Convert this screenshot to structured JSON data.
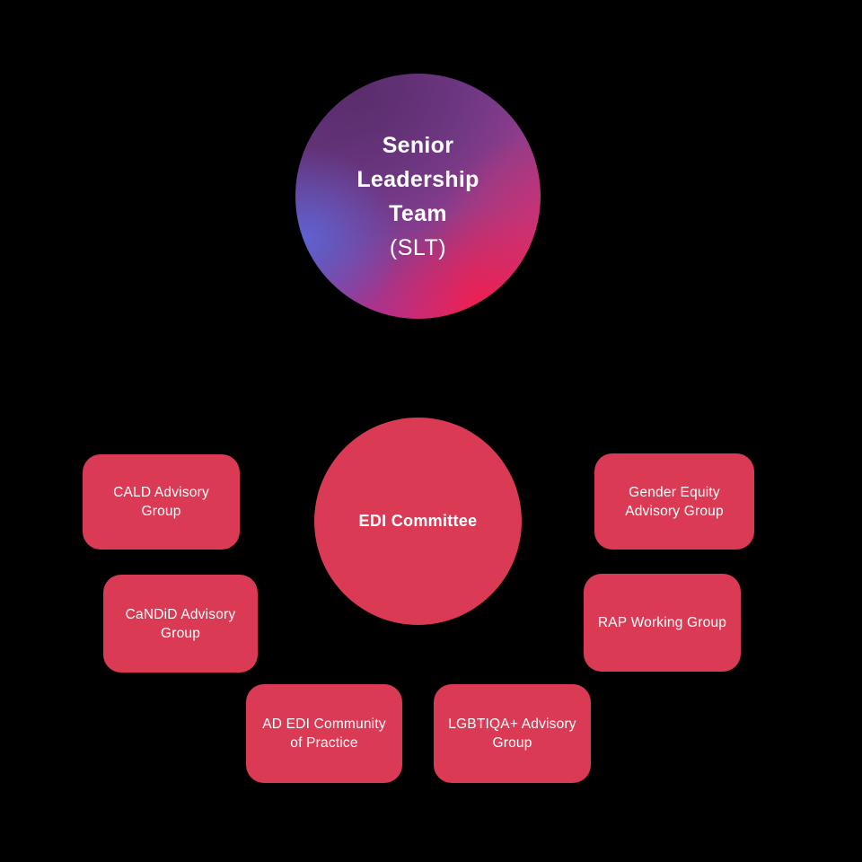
{
  "diagram": {
    "title": "EDI governance structure diagram",
    "background": "#000000",
    "colors": {
      "canvas_bg": "#000000",
      "accent_red": "#da3a54",
      "node_text": "#ffffff",
      "gradient_purple": "#63357e",
      "gradient_blue": "#5d64d4",
      "gradient_pink": "#f21e4d",
      "gradient_magenta": "#c22c8c"
    },
    "nodes": {
      "slt": {
        "title": "Senior Leadership Team",
        "subtitle": "(SLT)",
        "shape": "circle-gradient"
      },
      "edi_committee": {
        "label": "EDI Committee",
        "shape": "circle"
      },
      "cald": {
        "label": "CALD Advisory Group",
        "shape": "rounded-rect"
      },
      "gender_equity": {
        "label": "Gender Equity Advisory Group",
        "shape": "rounded-rect"
      },
      "candid": {
        "label": "CaNDiD Advisory Group",
        "shape": "rounded-rect"
      },
      "rap": {
        "label": "RAP Working Group",
        "shape": "rounded-rect"
      },
      "ad_edi_cop": {
        "label": "AD EDI Community of Practice",
        "shape": "rounded-rect"
      },
      "lgbtiqa": {
        "label": "LGBTIQA+ Advisory Group",
        "shape": "rounded-rect"
      }
    }
  }
}
